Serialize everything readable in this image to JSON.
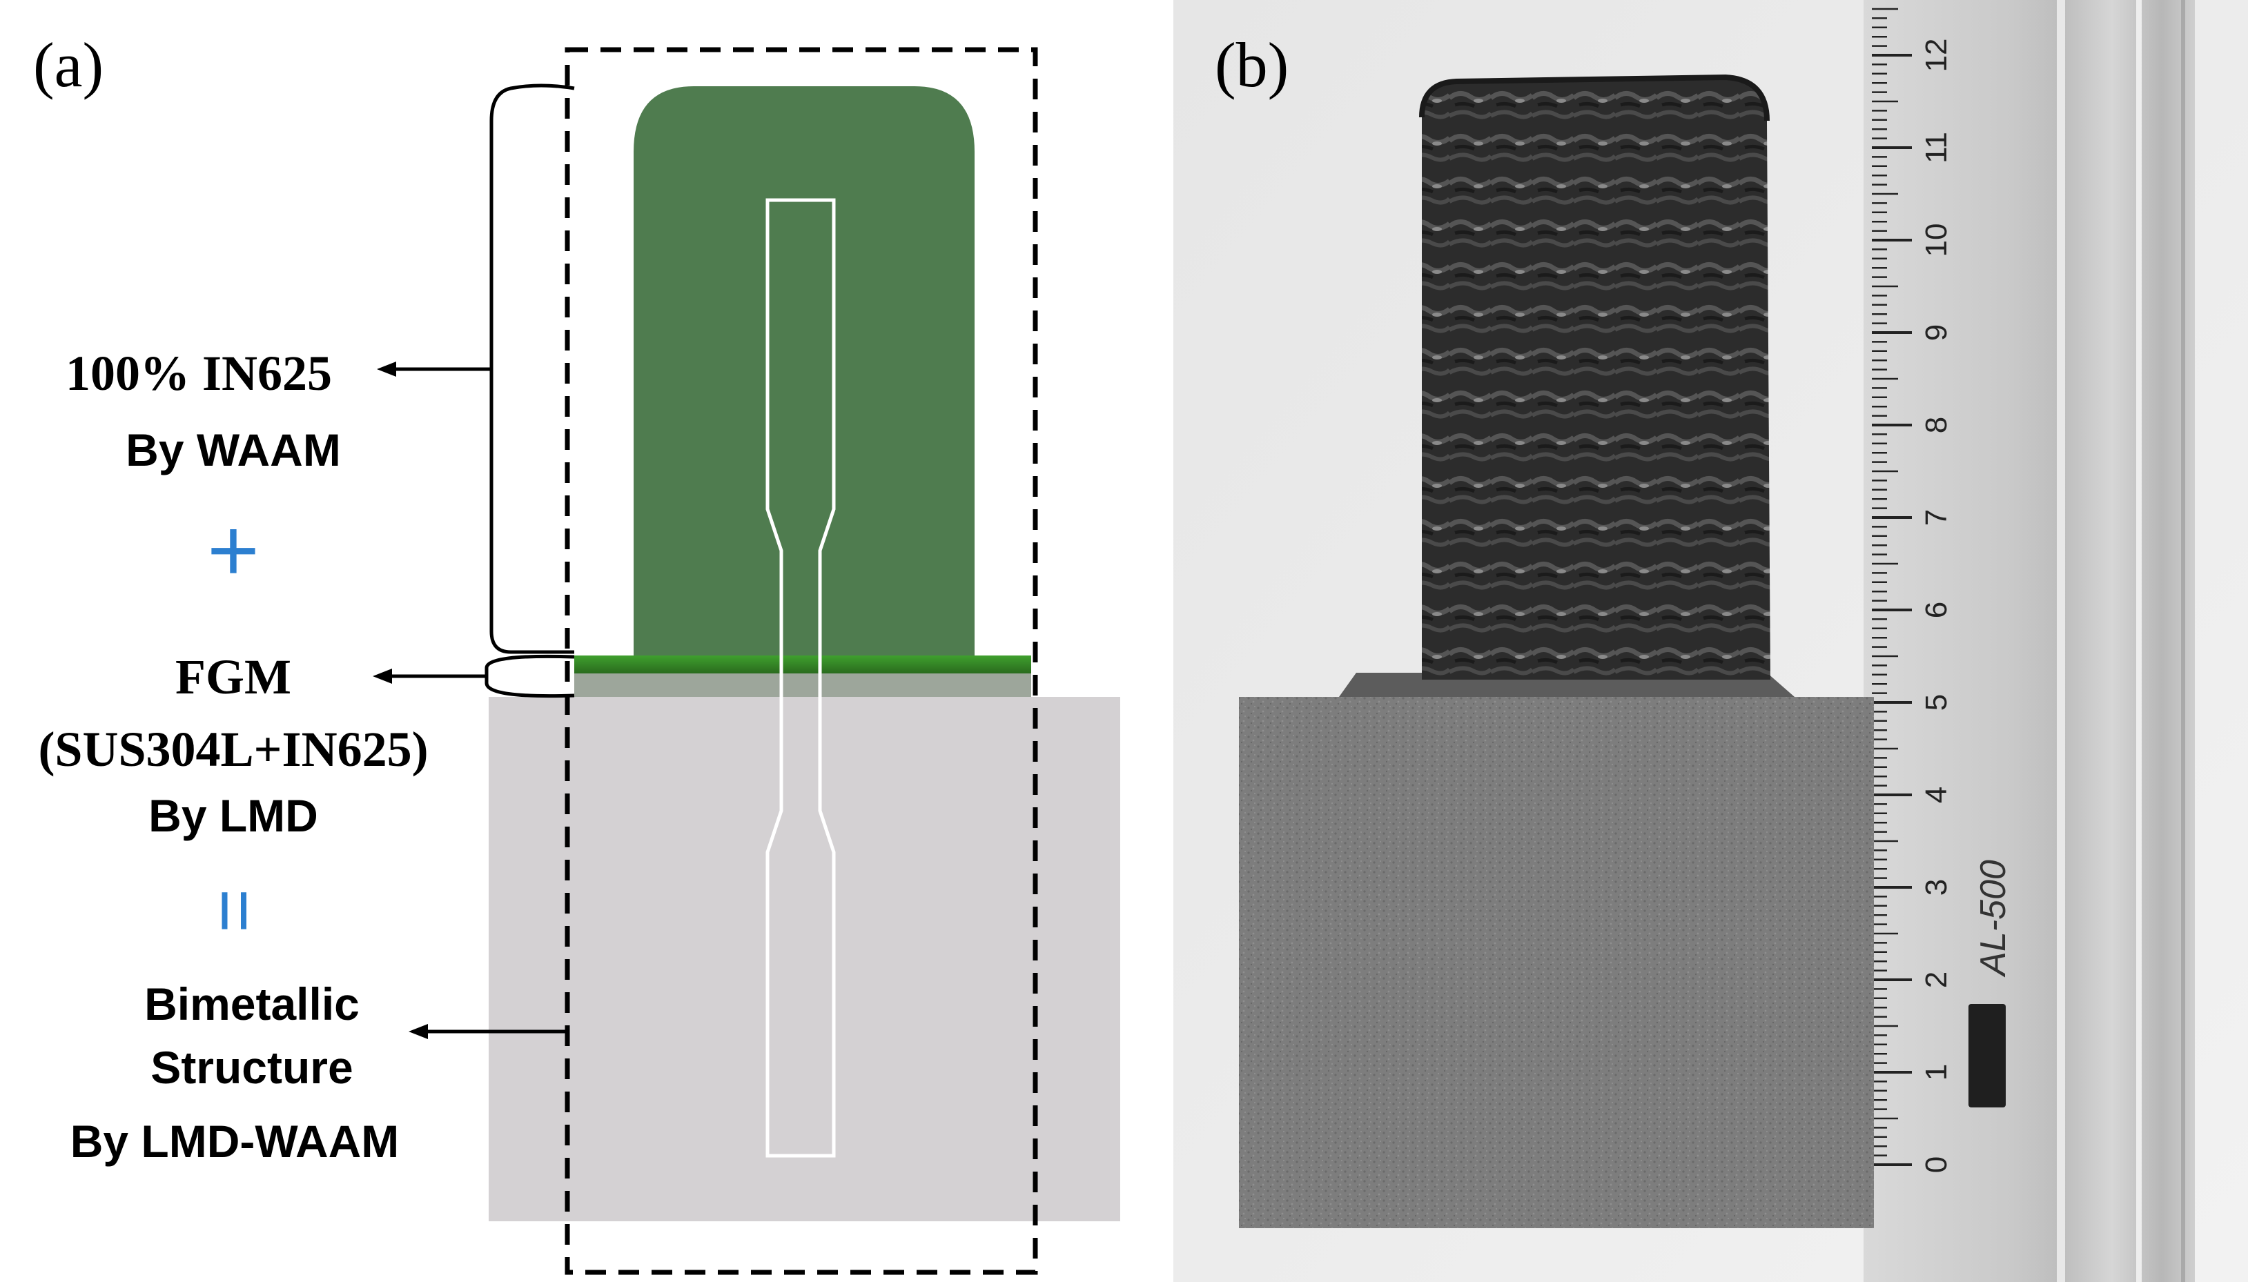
{
  "panel_a": {
    "label": "(a)",
    "layer_top_line1": "100% IN625",
    "layer_top_line2": "By WAAM",
    "plus_symbol": "+",
    "fgm_line1": "FGM",
    "fgm_line2": "(SUS304L+IN625)",
    "fgm_line3": "By LMD",
    "equals_symbol": "=",
    "result_line1": "Bimetallic",
    "result_line2": "Structure",
    "result_line3": "By LMD-WAAM",
    "colors": {
      "in625": "#4f7c4f",
      "fgm_band": "#2f8a22",
      "substrate": "#d4d1d3",
      "symbol_blue": "#2c7fd0",
      "specimen_outline": "#ffffff"
    }
  },
  "panel_b": {
    "label": "(b)",
    "ruler_model": "AL-500",
    "ruler_numbers": [
      "0",
      "1",
      "2",
      "3",
      "4",
      "5",
      "6",
      "7",
      "8",
      "9",
      "10",
      "11",
      "12"
    ]
  }
}
